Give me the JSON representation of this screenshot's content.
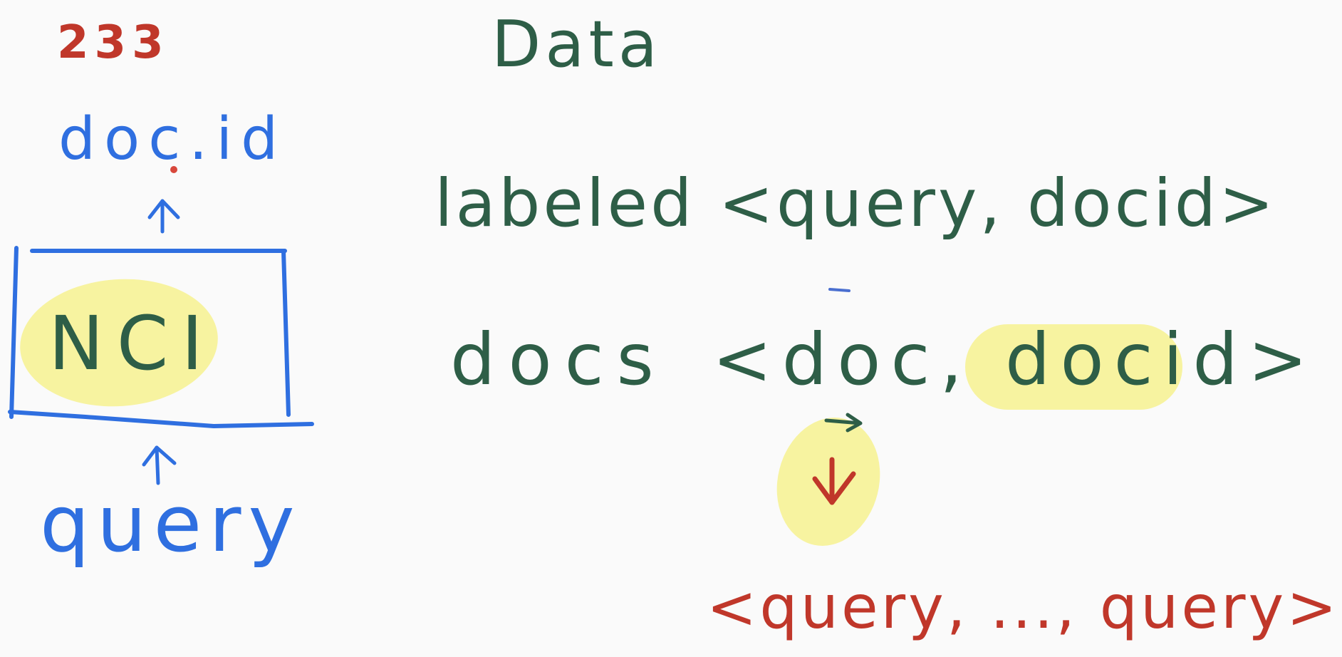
{
  "colors": {
    "background": "#fafafa",
    "blue_ink": "#2f6fe0",
    "green_ink": "#2e5e47",
    "red_ink": "#c0372a",
    "highlight": "#f7f3a0"
  },
  "left_panel": {
    "page_number": "233",
    "output_label": "doc.id",
    "model_label": "NCI",
    "input_label": "query"
  },
  "right_panel": {
    "heading": "Data",
    "labeled_pairs": "labeled <query, docid>",
    "docs_label": "docs",
    "docs_pair": "<doc, docid>",
    "generated_queries": "<query, ..., query>"
  },
  "icons": {
    "up_arrow_top": "up-arrow-icon",
    "up_arrow_bottom": "up-arrow-icon",
    "down_arrow": "down-arrow-icon"
  }
}
